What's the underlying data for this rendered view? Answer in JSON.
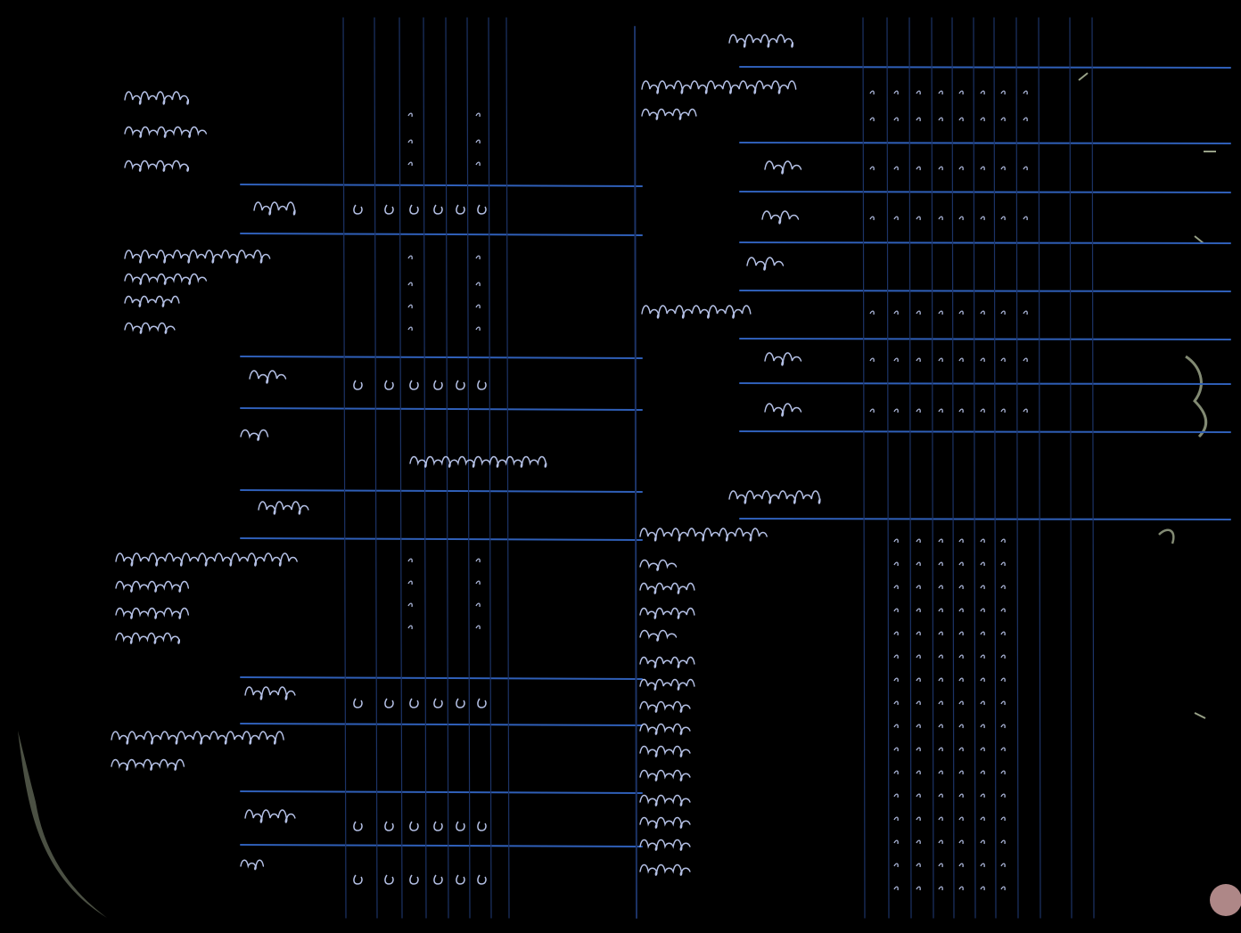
{
  "document": {
    "kind": "handwritten ledger scan (inverted, dark background)",
    "colors": {
      "background": "#000000",
      "rule_line": "#2f5fb8",
      "faint_rule": "#1c3366",
      "ink": "#c9d6ff",
      "damage": "#d8e6c0"
    },
    "panels": [
      {
        "name": "left-page"
      },
      {
        "name": "right-page"
      }
    ]
  }
}
